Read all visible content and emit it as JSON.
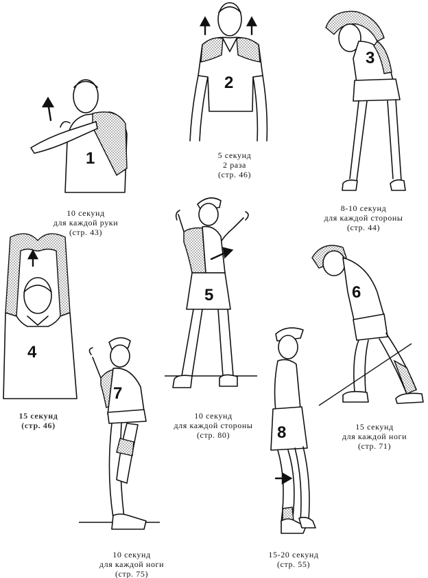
{
  "figures": [
    {
      "number": "1",
      "caption": [
        "10 секунд",
        "для каждой руки",
        "(стр. 43)"
      ]
    },
    {
      "number": "2",
      "caption": [
        "5 секунд",
        "2 раза",
        "(стр. 46)"
      ]
    },
    {
      "number": "3",
      "caption": [
        "8-10  секунд",
        "для каждой стороны",
        "(стр. 44)"
      ]
    },
    {
      "number": "4",
      "caption": [
        "15 секунд",
        "(стр. 46)"
      ]
    },
    {
      "number": "5",
      "caption": [
        "10 секунд",
        "для каждой стороны",
        "(стр. 80)"
      ]
    },
    {
      "number": "6",
      "caption": [
        "15 секунд",
        "для каждой ноги",
        "(стр. 71)"
      ]
    },
    {
      "number": "7",
      "caption": [
        "10 секунд",
        "для каждой ноги",
        "(стр. 75)"
      ]
    },
    {
      "number": "8",
      "caption": [
        "15-20  секунд",
        "(стр. 55)"
      ]
    }
  ],
  "colors": {
    "ink": "#111111",
    "stipple": "#777777",
    "paper": "#ffffff"
  }
}
